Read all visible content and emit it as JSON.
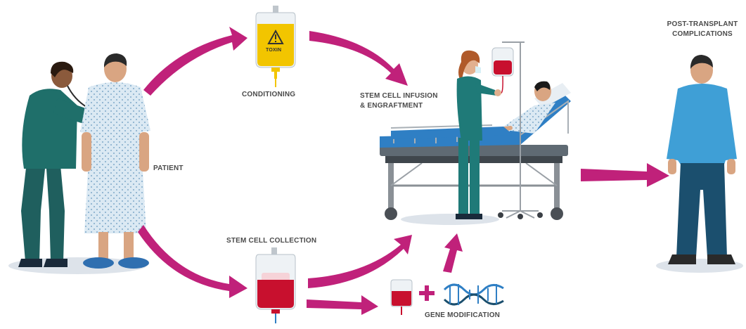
{
  "labels": {
    "patient": "PATIENT",
    "conditioning": "CONDITIONING",
    "toxin_bag": "TOXIN",
    "infusion_line1": "STEM CELL INFUSION",
    "infusion_line2": "& ENGRAFTMENT",
    "collection": "STEM CELL COLLECTION",
    "gene_modification": "GENE MODIFICATION",
    "complications_line1": "POST-TRANSPLANT",
    "complications_line2": "COMPLICATIONS"
  },
  "colors": {
    "arrow": "#c0217a",
    "doctor_scrubs": "#1f6f6a",
    "nurse_scrubs": "#1f7a78",
    "gown": "#dbe9f3",
    "gown_dots": "#7fa9c9",
    "bed_blue": "#2f7fc4",
    "shirt_blue": "#3f9fd6",
    "pants_navy": "#1b4f6e",
    "blood_red": "#c8102e",
    "toxin_yellow": "#f2c500",
    "skin": "#d9a582"
  }
}
